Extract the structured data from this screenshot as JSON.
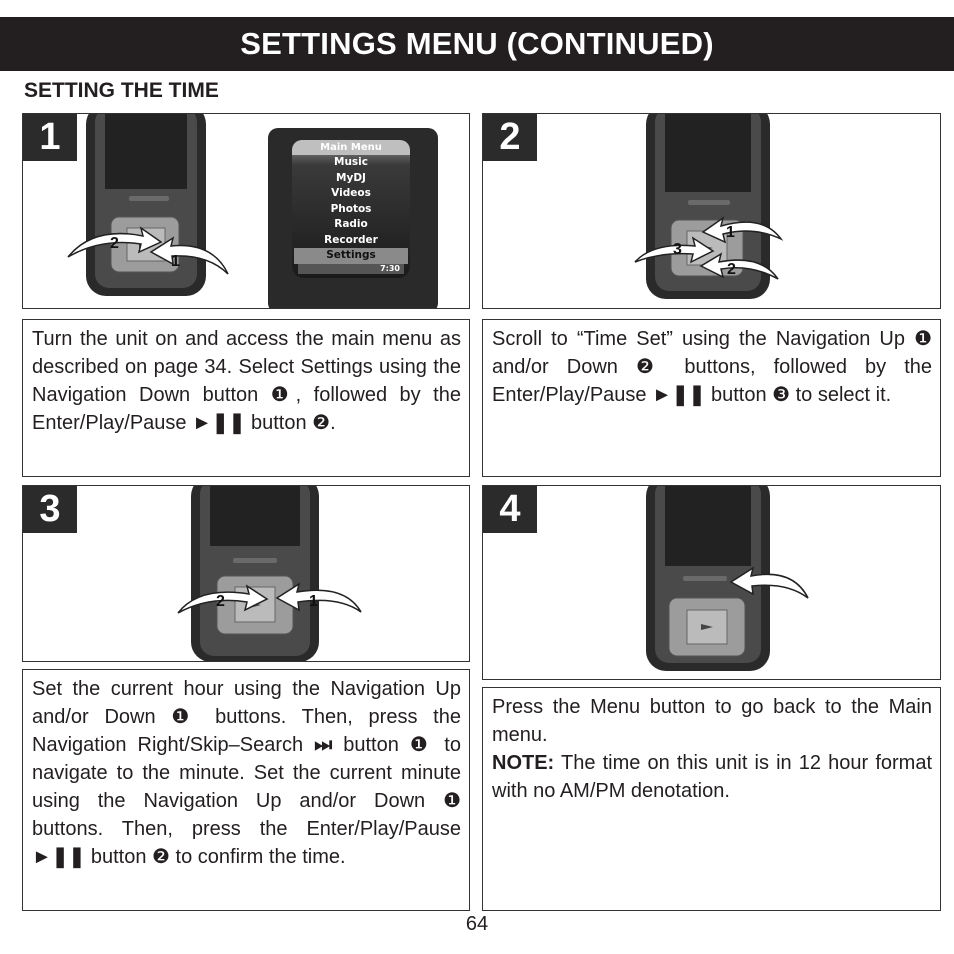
{
  "header": {
    "title": "SETTINGS MENU (CONTINUED)"
  },
  "section": {
    "title": "SETTING THE TIME"
  },
  "steps": [
    {
      "number": "1",
      "callouts": [
        "2",
        "1"
      ],
      "text_parts": [
        "Turn the unit on and access the main menu as described on page 34. Select Settings using the Navigation Down button ",
        "❶",
        ", followed by the Enter/Play/Pause ",
        "►❚❚",
        " button ",
        "❷",
        "."
      ]
    },
    {
      "number": "2",
      "callouts": [
        "1",
        "3",
        "2"
      ],
      "text_parts": [
        "Scroll to “Time Set” using the Navigation Up ",
        "❶",
        " and/or Down ",
        "❷",
        " buttons, followed by the Enter/Play/Pause ",
        "►❚❚",
        " button ",
        "❸",
        " to select it."
      ]
    },
    {
      "number": "3",
      "callouts": [
        "2",
        "1"
      ],
      "text_parts": [
        "Set the current hour using the Navigation Up and/or Down ",
        "❶",
        " buttons. Then, press the Navigation Right/Skip–Search ",
        "⏭",
        " button ",
        "❶",
        " to navigate to the minute. Set the current minute using the Navigation Up and/or Down ",
        "❶",
        " buttons. Then, press the Enter/Play/Pause ",
        "►❚❚",
        " button ",
        "❷",
        " to confirm the time."
      ]
    },
    {
      "number": "4",
      "text_main": "Press the Menu button to go back to the Main menu.",
      "note_label": "NOTE:",
      "note_text": " The time on this unit is in 12 hour format with no AM/PM denotation."
    }
  ],
  "main_menu_screen": {
    "title": "Main Menu",
    "items": [
      "Music",
      "MyDJ",
      "Videos",
      "Photos",
      "Radio",
      "Recorder",
      "Settings"
    ],
    "selected": "Settings",
    "clock": "7:30"
  },
  "page_number": "64"
}
